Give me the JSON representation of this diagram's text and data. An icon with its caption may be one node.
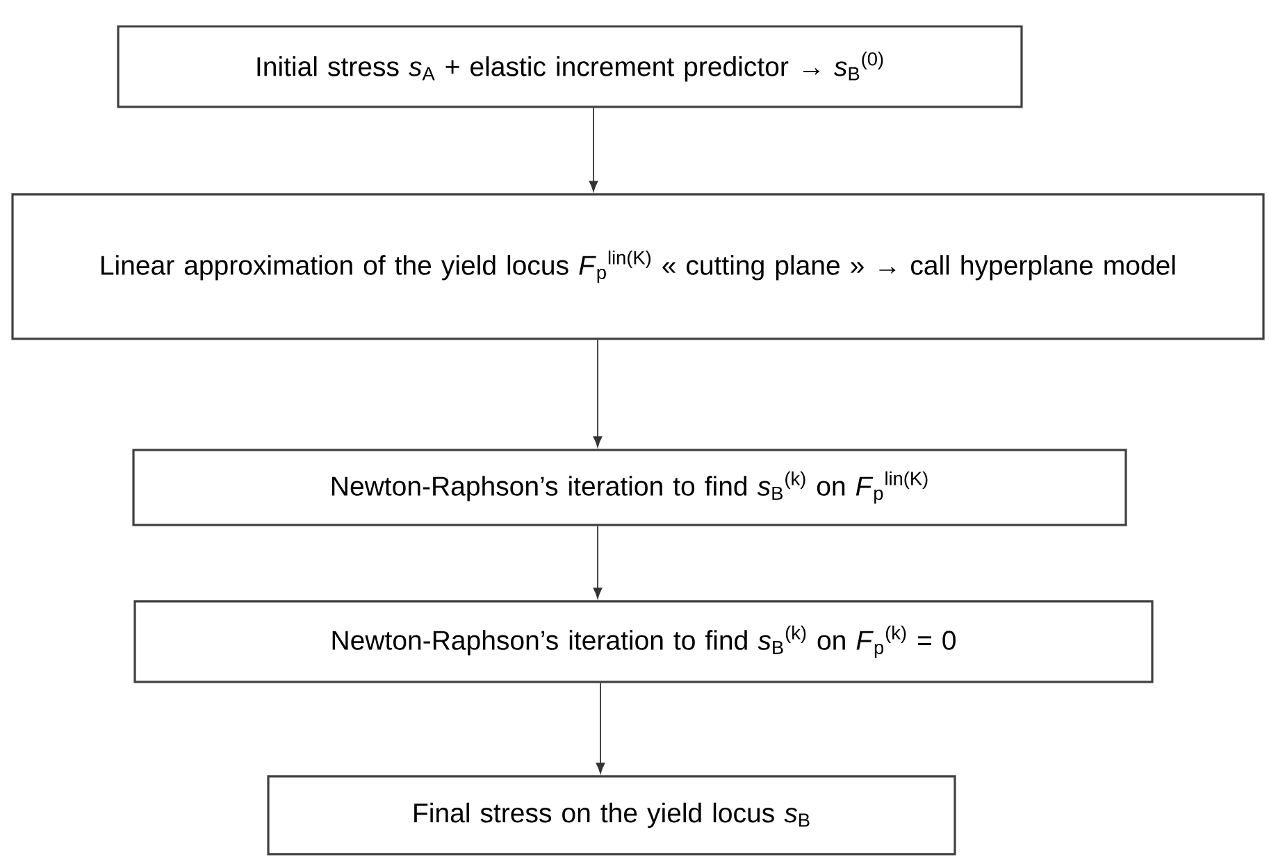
{
  "diagram": {
    "nodes": [
      {
        "text": [
          "Initial stress *s*$_{A}$ + elastic increment predictor → *s*$_{B}$$^{(0)}$"
        ]
      },
      {
        "text": [
          "Linear approximation of the yield locus *F*$_{p}$$^{lin(K)}$ « cutting plane » → call hyperplane model"
        ]
      },
      {
        "text": [
          "Newton-Raphson’s iteration to find *s*$_{B}$$^{(k)}$ on *F*$_{p}$$^{lin(K)}$"
        ]
      },
      {
        "text": [
          "Newton-Raphson’s iteration to find *s*$_{B}$$^{(k)}$ on *F*$_{p}$$^{(k)}$ = 0"
        ]
      },
      {
        "text": [
          "Final stress on the yield locus *s*$_{B}$"
        ]
      }
    ],
    "edges": [
      {
        "from": 0,
        "to": 1,
        "arrow": "to"
      },
      {
        "from": 1,
        "to": 2,
        "arrow": "to"
      },
      {
        "from": 2,
        "to": 3,
        "arrow": "to"
      },
      {
        "from": 3,
        "to": 4,
        "arrow": "to"
      }
    ]
  }
}
